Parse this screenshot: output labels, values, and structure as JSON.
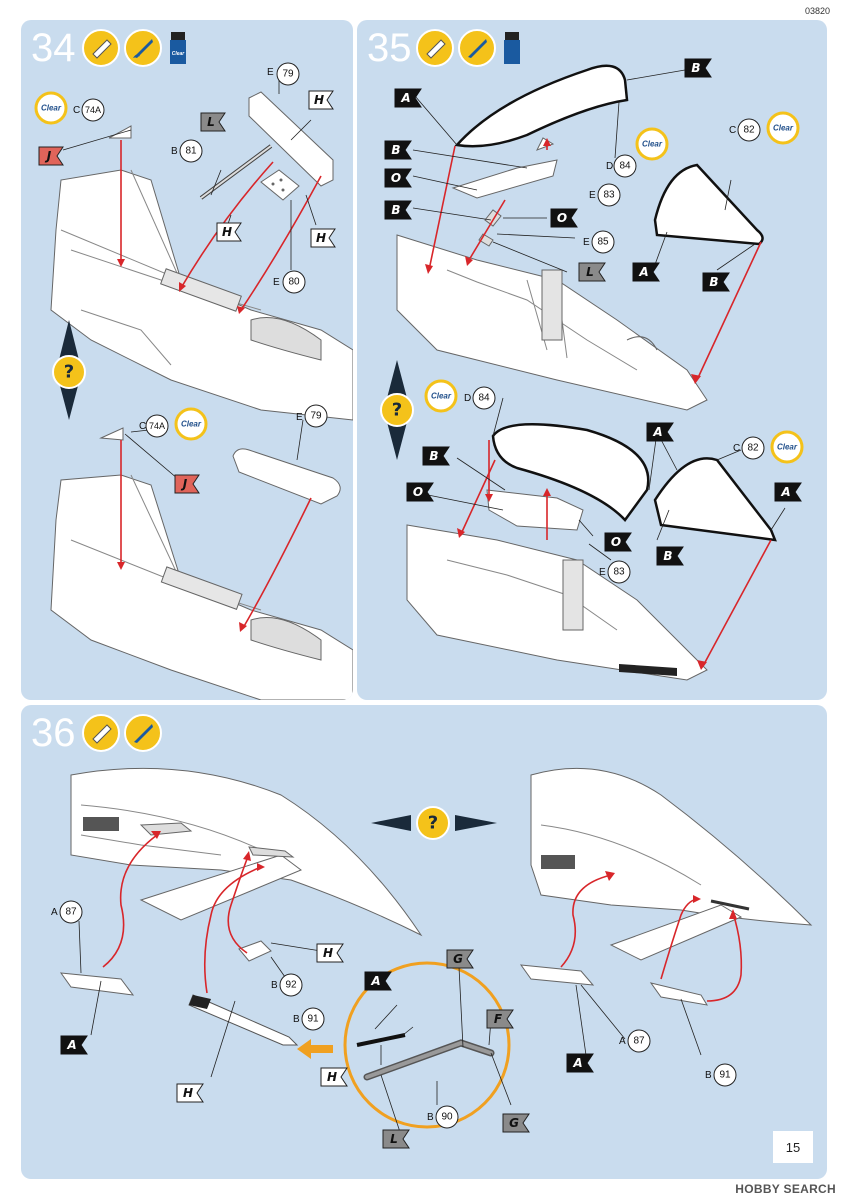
{
  "document_code": "03820",
  "page_number": "15",
  "watermark": "HOBBY SEARCH",
  "icon_names": [
    "glue-tube-icon",
    "paint-brush-icon",
    "clear-glue-bottle-icon",
    "clear-part-badge-icon",
    "help-question-icon",
    "flag-label-icon"
  ],
  "colors": {
    "panel": "#c9dcee",
    "flag_black": "#111111",
    "flag_white": "#ffffff",
    "flag_grey": "#8a8a8a",
    "flag_red": "#e0645a",
    "arrow_red": "#d8262a",
    "icon_yellow": "#f4c21a",
    "ring_orange": "#f0a020",
    "page_bg": "#ffffff"
  },
  "steps": [
    {
      "number": "34",
      "clear_badges": [
        "Clear",
        "Clear"
      ],
      "parts": [
        {
          "sprue": "E",
          "num": "79"
        },
        {
          "sprue": "C",
          "num": "74A"
        },
        {
          "sprue": "B",
          "num": "81"
        },
        {
          "sprue": "E",
          "num": "80"
        },
        {
          "sprue": "C",
          "num": "74A"
        },
        {
          "sprue": "E",
          "num": "79"
        }
      ],
      "flags": [
        "H",
        "L",
        "J",
        "H",
        "H",
        "J"
      ]
    },
    {
      "number": "35",
      "clear_badges": [
        "Clear",
        "Clear",
        "Clear",
        "Clear"
      ],
      "parts": [
        {
          "sprue": "D",
          "num": "84"
        },
        {
          "sprue": "C",
          "num": "82"
        },
        {
          "sprue": "E",
          "num": "83"
        },
        {
          "sprue": "E",
          "num": "85"
        },
        {
          "sprue": "D",
          "num": "84"
        },
        {
          "sprue": "C",
          "num": "82"
        },
        {
          "sprue": "E",
          "num": "83"
        }
      ],
      "flags": [
        "B",
        "A",
        "B",
        "O",
        "B",
        "O",
        "L",
        "A",
        "B",
        "A",
        "B",
        "O",
        "A",
        "B",
        "O",
        "A"
      ]
    },
    {
      "number": "36",
      "parts": [
        {
          "sprue": "A",
          "num": "87"
        },
        {
          "sprue": "B",
          "num": "92"
        },
        {
          "sprue": "B",
          "num": "91"
        },
        {
          "sprue": "B",
          "num": "90"
        },
        {
          "sprue": "A",
          "num": "87"
        },
        {
          "sprue": "B",
          "num": "91"
        }
      ],
      "flags": [
        "H",
        "A",
        "H",
        "G",
        "A",
        "F",
        "H",
        "G",
        "L",
        "A"
      ]
    }
  ]
}
